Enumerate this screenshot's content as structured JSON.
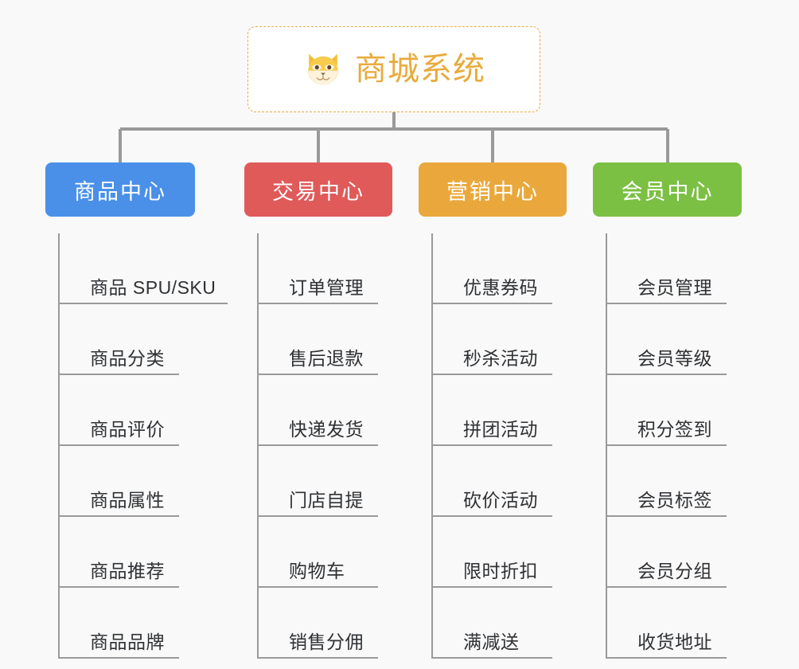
{
  "page": {
    "background_color": "#f9f9f9",
    "diagram_type": "mind-map-tree"
  },
  "root": {
    "title": "商城系统",
    "icon": "shiba-dog-face-emoji",
    "text_color": "#e8ab3c",
    "border_color": "#e8ab3c",
    "background_color": "#ffffff"
  },
  "connector": {
    "color": "#9a9a9a"
  },
  "branches": [
    {
      "label": "商品中心",
      "color": "#4a90e8",
      "items": [
        "商品 SPU/SKU",
        "商品分类",
        "商品评价",
        "商品属性",
        "商品推荐",
        "商品品牌"
      ]
    },
    {
      "label": "交易中心",
      "color": "#e05a5a",
      "items": [
        "订单管理",
        "售后退款",
        "快递发货",
        "门店自提",
        "购物车",
        "销售分佣"
      ]
    },
    {
      "label": "营销中心",
      "color": "#eaa83c",
      "items": [
        "优惠券码",
        "秒杀活动",
        "拼团活动",
        "砍价活动",
        "限时折扣",
        "满减送"
      ]
    },
    {
      "label": "会员中心",
      "color": "#7bc043",
      "items": [
        "会员管理",
        "会员等级",
        "积分签到",
        "会员标签",
        "会员分组",
        "收货地址"
      ]
    }
  ]
}
